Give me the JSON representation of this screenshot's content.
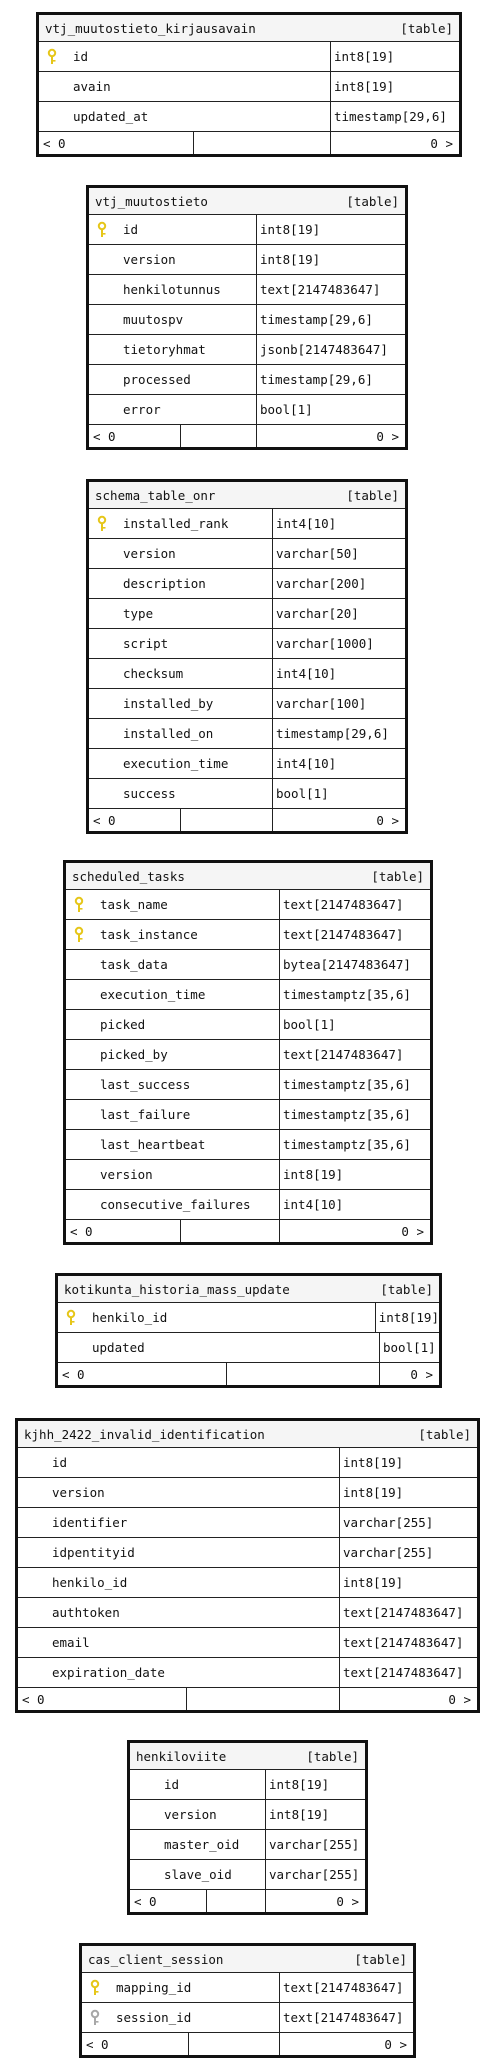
{
  "tables": [
    {
      "id": "t1",
      "name": "vtj_muutostieto_kirjausavain",
      "kind": "[table]",
      "columns": [
        {
          "name": "id",
          "type": "int8[19]",
          "key": "primary"
        },
        {
          "name": "avain",
          "type": "int8[19]",
          "key": "none"
        },
        {
          "name": "updated_at",
          "type": "timestamp[29,6]",
          "key": "none"
        }
      ],
      "footer": {
        "left": "< 0",
        "right": "0 >"
      }
    },
    {
      "id": "t2",
      "name": "vtj_muutostieto",
      "kind": "[table]",
      "columns": [
        {
          "name": "id",
          "type": "int8[19]",
          "key": "primary"
        },
        {
          "name": "version",
          "type": "int8[19]",
          "key": "none"
        },
        {
          "name": "henkilotunnus",
          "type": "text[2147483647]",
          "key": "none"
        },
        {
          "name": "muutospv",
          "type": "timestamp[29,6]",
          "key": "none"
        },
        {
          "name": "tietoryhmat",
          "type": "jsonb[2147483647]",
          "key": "none"
        },
        {
          "name": "processed",
          "type": "timestamp[29,6]",
          "key": "none"
        },
        {
          "name": "error",
          "type": "bool[1]",
          "key": "none"
        }
      ],
      "footer": {
        "left": "< 0",
        "right": "0 >"
      }
    },
    {
      "id": "t3",
      "name": "schema_table_onr",
      "kind": "[table]",
      "columns": [
        {
          "name": "installed_rank",
          "type": "int4[10]",
          "key": "primary"
        },
        {
          "name": "version",
          "type": "varchar[50]",
          "key": "none"
        },
        {
          "name": "description",
          "type": "varchar[200]",
          "key": "none"
        },
        {
          "name": "type",
          "type": "varchar[20]",
          "key": "none"
        },
        {
          "name": "script",
          "type": "varchar[1000]",
          "key": "none"
        },
        {
          "name": "checksum",
          "type": "int4[10]",
          "key": "none"
        },
        {
          "name": "installed_by",
          "type": "varchar[100]",
          "key": "none"
        },
        {
          "name": "installed_on",
          "type": "timestamp[29,6]",
          "key": "none"
        },
        {
          "name": "execution_time",
          "type": "int4[10]",
          "key": "none"
        },
        {
          "name": "success",
          "type": "bool[1]",
          "key": "none"
        }
      ],
      "footer": {
        "left": "< 0",
        "right": "0 >"
      }
    },
    {
      "id": "t4",
      "name": "scheduled_tasks",
      "kind": "[table]",
      "columns": [
        {
          "name": "task_name",
          "type": "text[2147483647]",
          "key": "primary"
        },
        {
          "name": "task_instance",
          "type": "text[2147483647]",
          "key": "primary"
        },
        {
          "name": "task_data",
          "type": "bytea[2147483647]",
          "key": "none"
        },
        {
          "name": "execution_time",
          "type": "timestamptz[35,6]",
          "key": "none"
        },
        {
          "name": "picked",
          "type": "bool[1]",
          "key": "none"
        },
        {
          "name": "picked_by",
          "type": "text[2147483647]",
          "key": "none"
        },
        {
          "name": "last_success",
          "type": "timestamptz[35,6]",
          "key": "none"
        },
        {
          "name": "last_failure",
          "type": "timestamptz[35,6]",
          "key": "none"
        },
        {
          "name": "last_heartbeat",
          "type": "timestamptz[35,6]",
          "key": "none"
        },
        {
          "name": "version",
          "type": "int8[19]",
          "key": "none"
        },
        {
          "name": "consecutive_failures",
          "type": "int4[10]",
          "key": "none"
        }
      ],
      "footer": {
        "left": "< 0",
        "right": "0 >"
      }
    },
    {
      "id": "t5",
      "name": "kotikunta_historia_mass_update",
      "kind": "[table]",
      "columns": [
        {
          "name": "henkilo_id",
          "type": "int8[19]",
          "key": "primary"
        },
        {
          "name": "updated",
          "type": "bool[1]",
          "key": "none"
        }
      ],
      "footer": {
        "left": "< 0",
        "right": "0 >"
      }
    },
    {
      "id": "t6",
      "name": "kjhh_2422_invalid_identification",
      "kind": "[table]",
      "columns": [
        {
          "name": "id",
          "type": "int8[19]",
          "key": "none"
        },
        {
          "name": "version",
          "type": "int8[19]",
          "key": "none"
        },
        {
          "name": "identifier",
          "type": "varchar[255]",
          "key": "none"
        },
        {
          "name": "idpentityid",
          "type": "varchar[255]",
          "key": "none"
        },
        {
          "name": "henkilo_id",
          "type": "int8[19]",
          "key": "none"
        },
        {
          "name": "authtoken",
          "type": "text[2147483647]",
          "key": "none"
        },
        {
          "name": "email",
          "type": "text[2147483647]",
          "key": "none"
        },
        {
          "name": "expiration_date",
          "type": "text[2147483647]",
          "key": "none"
        }
      ],
      "footer": {
        "left": "< 0",
        "right": "0 >"
      }
    },
    {
      "id": "t7",
      "name": "henkiloviite",
      "kind": "[table]",
      "columns": [
        {
          "name": "id",
          "type": "int8[19]",
          "key": "none"
        },
        {
          "name": "version",
          "type": "int8[19]",
          "key": "none"
        },
        {
          "name": "master_oid",
          "type": "varchar[255]",
          "key": "none"
        },
        {
          "name": "slave_oid",
          "type": "varchar[255]",
          "key": "none"
        }
      ],
      "footer": {
        "left": "< 0",
        "right": "0 >"
      }
    },
    {
      "id": "t8",
      "name": "cas_client_session",
      "kind": "[table]",
      "columns": [
        {
          "name": "mapping_id",
          "type": "text[2147483647]",
          "key": "primary"
        },
        {
          "name": "session_id",
          "type": "text[2147483647]",
          "key": "secondary"
        }
      ],
      "footer": {
        "left": "< 0",
        "right": "0 >"
      }
    }
  ],
  "colors": {
    "primary_key": "#e6c619",
    "secondary_key": "#a8a8a8",
    "border": "#111111",
    "header_bg": "#f5f5f5"
  },
  "icons": {
    "primary": "key-icon",
    "secondary": "key-icon"
  }
}
